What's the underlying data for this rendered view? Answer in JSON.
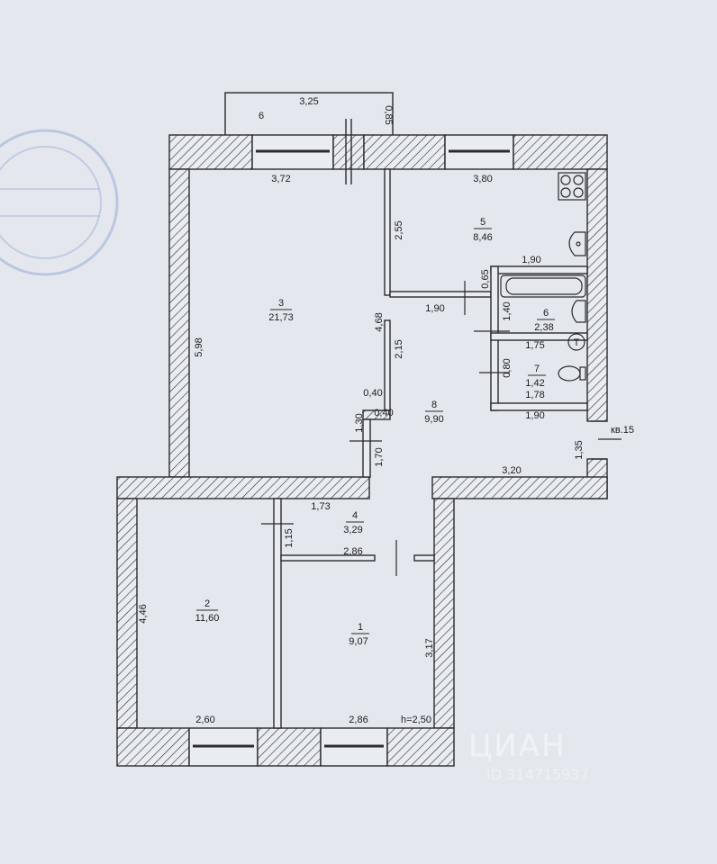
{
  "balcony": {
    "number": "6",
    "width": "3,25",
    "depth": "0,85"
  },
  "rooms": [
    {
      "id": "r3",
      "number": "3",
      "area": "21,73"
    },
    {
      "id": "r5",
      "number": "5",
      "area": "8,46"
    },
    {
      "id": "r6",
      "number": "6",
      "area": "2,38"
    },
    {
      "id": "r7",
      "number": "7",
      "area": "1,42"
    },
    {
      "id": "r8",
      "number": "8",
      "area": "9,90"
    },
    {
      "id": "r4",
      "number": "4",
      "area": "3,29"
    },
    {
      "id": "r2",
      "number": "2",
      "area": "11,60"
    },
    {
      "id": "r1",
      "number": "1",
      "area": "9,07"
    }
  ],
  "dimensions": {
    "d372": "3,72",
    "d380": "3,80",
    "d598": "5,98",
    "d255": "2,55",
    "d468": "4,68",
    "d190a": "1,90",
    "d065": "0,65",
    "d190b": "1,90",
    "d140": "1,40",
    "d215": "2,15",
    "d175": "1,75",
    "d080": "0,80",
    "d178": "1,78",
    "d190c": "1,90",
    "d040a": "0,40",
    "d130": "1,30",
    "d040b": "0,40",
    "d170": "1,70",
    "d320": "3,20",
    "d135": "1,35",
    "d173": "1,73",
    "d115": "1,15",
    "d286a": "2,86",
    "d446": "4,46",
    "d317": "3,17",
    "d260": "2,60",
    "d286b": "2,86",
    "height": "h=2,50"
  },
  "apartment_label": "кв.15",
  "stove_symbol": "T",
  "watermark": {
    "brand": "ЦИАН",
    "id": "ID 314715937"
  },
  "colors": {
    "paper": "#e4e8ee",
    "ink": "#2a2a30",
    "stamp": "#6f87c7"
  }
}
